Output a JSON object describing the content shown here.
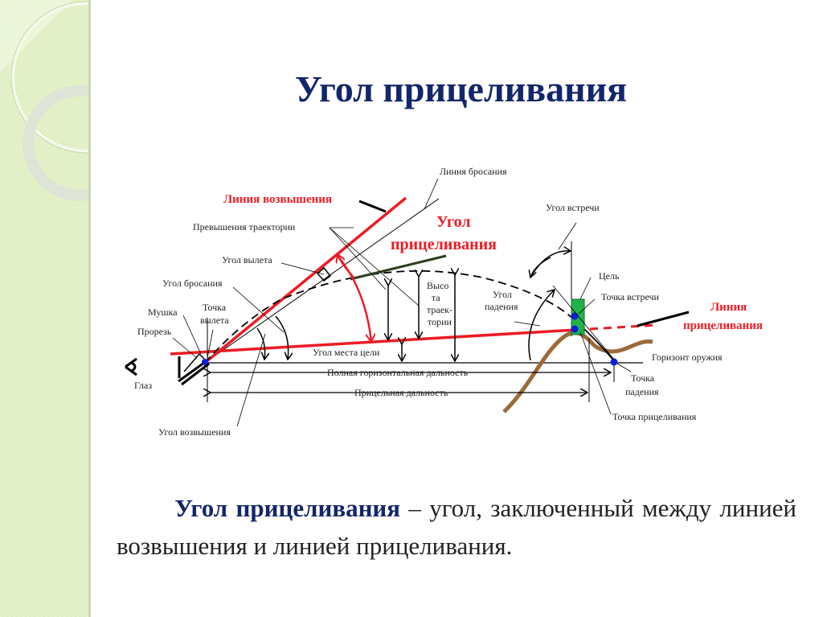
{
  "title": "Угол прицеливания",
  "diagram": {
    "red_labels": {
      "elevation_line": "Линия возвышения",
      "aiming_angle_line1": "Угол",
      "aiming_angle_line2": "прицеливания",
      "aiming_line_line1": "Линия",
      "aiming_line_line2": "прицеливания"
    },
    "labels": {
      "throw_line": "Линия бросания",
      "trajectory_excess": "Превышения траектории",
      "departure_angle": "Угол вылета",
      "throw_angle": "Угол бросания",
      "front_sight": "Мушка",
      "departure_point_1": "Точка",
      "departure_point_2": "вылета",
      "rear_sight": "Прорезь",
      "eye": "Глаз",
      "elevation_angle": "Угол возвышения",
      "trajectory_height_1": "Высо",
      "trajectory_height_2": "та",
      "trajectory_height_3": "траек-",
      "trajectory_height_4": "тории",
      "target_site_angle": "Угол места цели",
      "full_horizontal_range": "Полная горизонтальная дальность",
      "aiming_range": "Прицельная дальность",
      "meeting_angle": "Угол встречи",
      "target": "Цель",
      "meeting_point": "Точка встречи",
      "fall_angle_1": "Угол",
      "fall_angle_2": "падения",
      "weapon_horizon": "Горизонт оружия",
      "fall_point_1": "Точка",
      "fall_point_2": "падения",
      "aiming_point": "Точка прицеливания"
    },
    "colors": {
      "red": "#ec1c24",
      "ground": "#9b6b3a",
      "target": "#22b14c",
      "point": "#0a1fd6",
      "title": "#13266b"
    }
  },
  "definition": {
    "term": "Угол прицеливания",
    "text": " – угол, заключенный между линией возвышения и линией прицеливания."
  }
}
